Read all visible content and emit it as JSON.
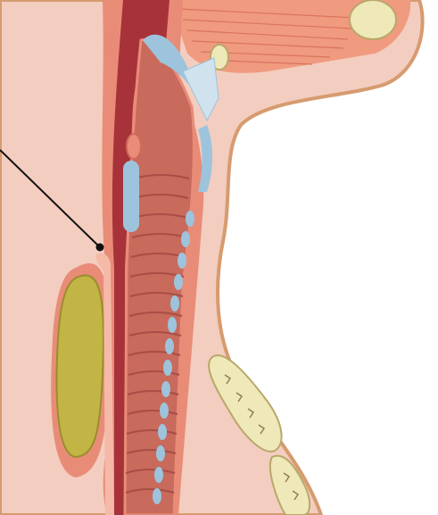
{
  "figure": {
    "type": "anatomical-illustration",
    "description_visible_text": "",
    "colors": {
      "background": "#ffffff",
      "skin": "#f3cdbf",
      "skin_outline": "#d69b6f",
      "mucosa": "#e88c78",
      "dark_lumen": "#a8323a",
      "trachea": "#c86a5c",
      "cartilage": "#9dc4dc",
      "bone": "#efe8b8",
      "yellow_mass": "#c2b545",
      "muscle": "#f09a80",
      "pointer": "#111111"
    },
    "structures": [
      "skin-outline",
      "yellow-mass",
      "tracheal-rings",
      "cartilage-ring-series",
      "vertebra-segments",
      "muscle-fibers",
      "pointer-line"
    ]
  }
}
